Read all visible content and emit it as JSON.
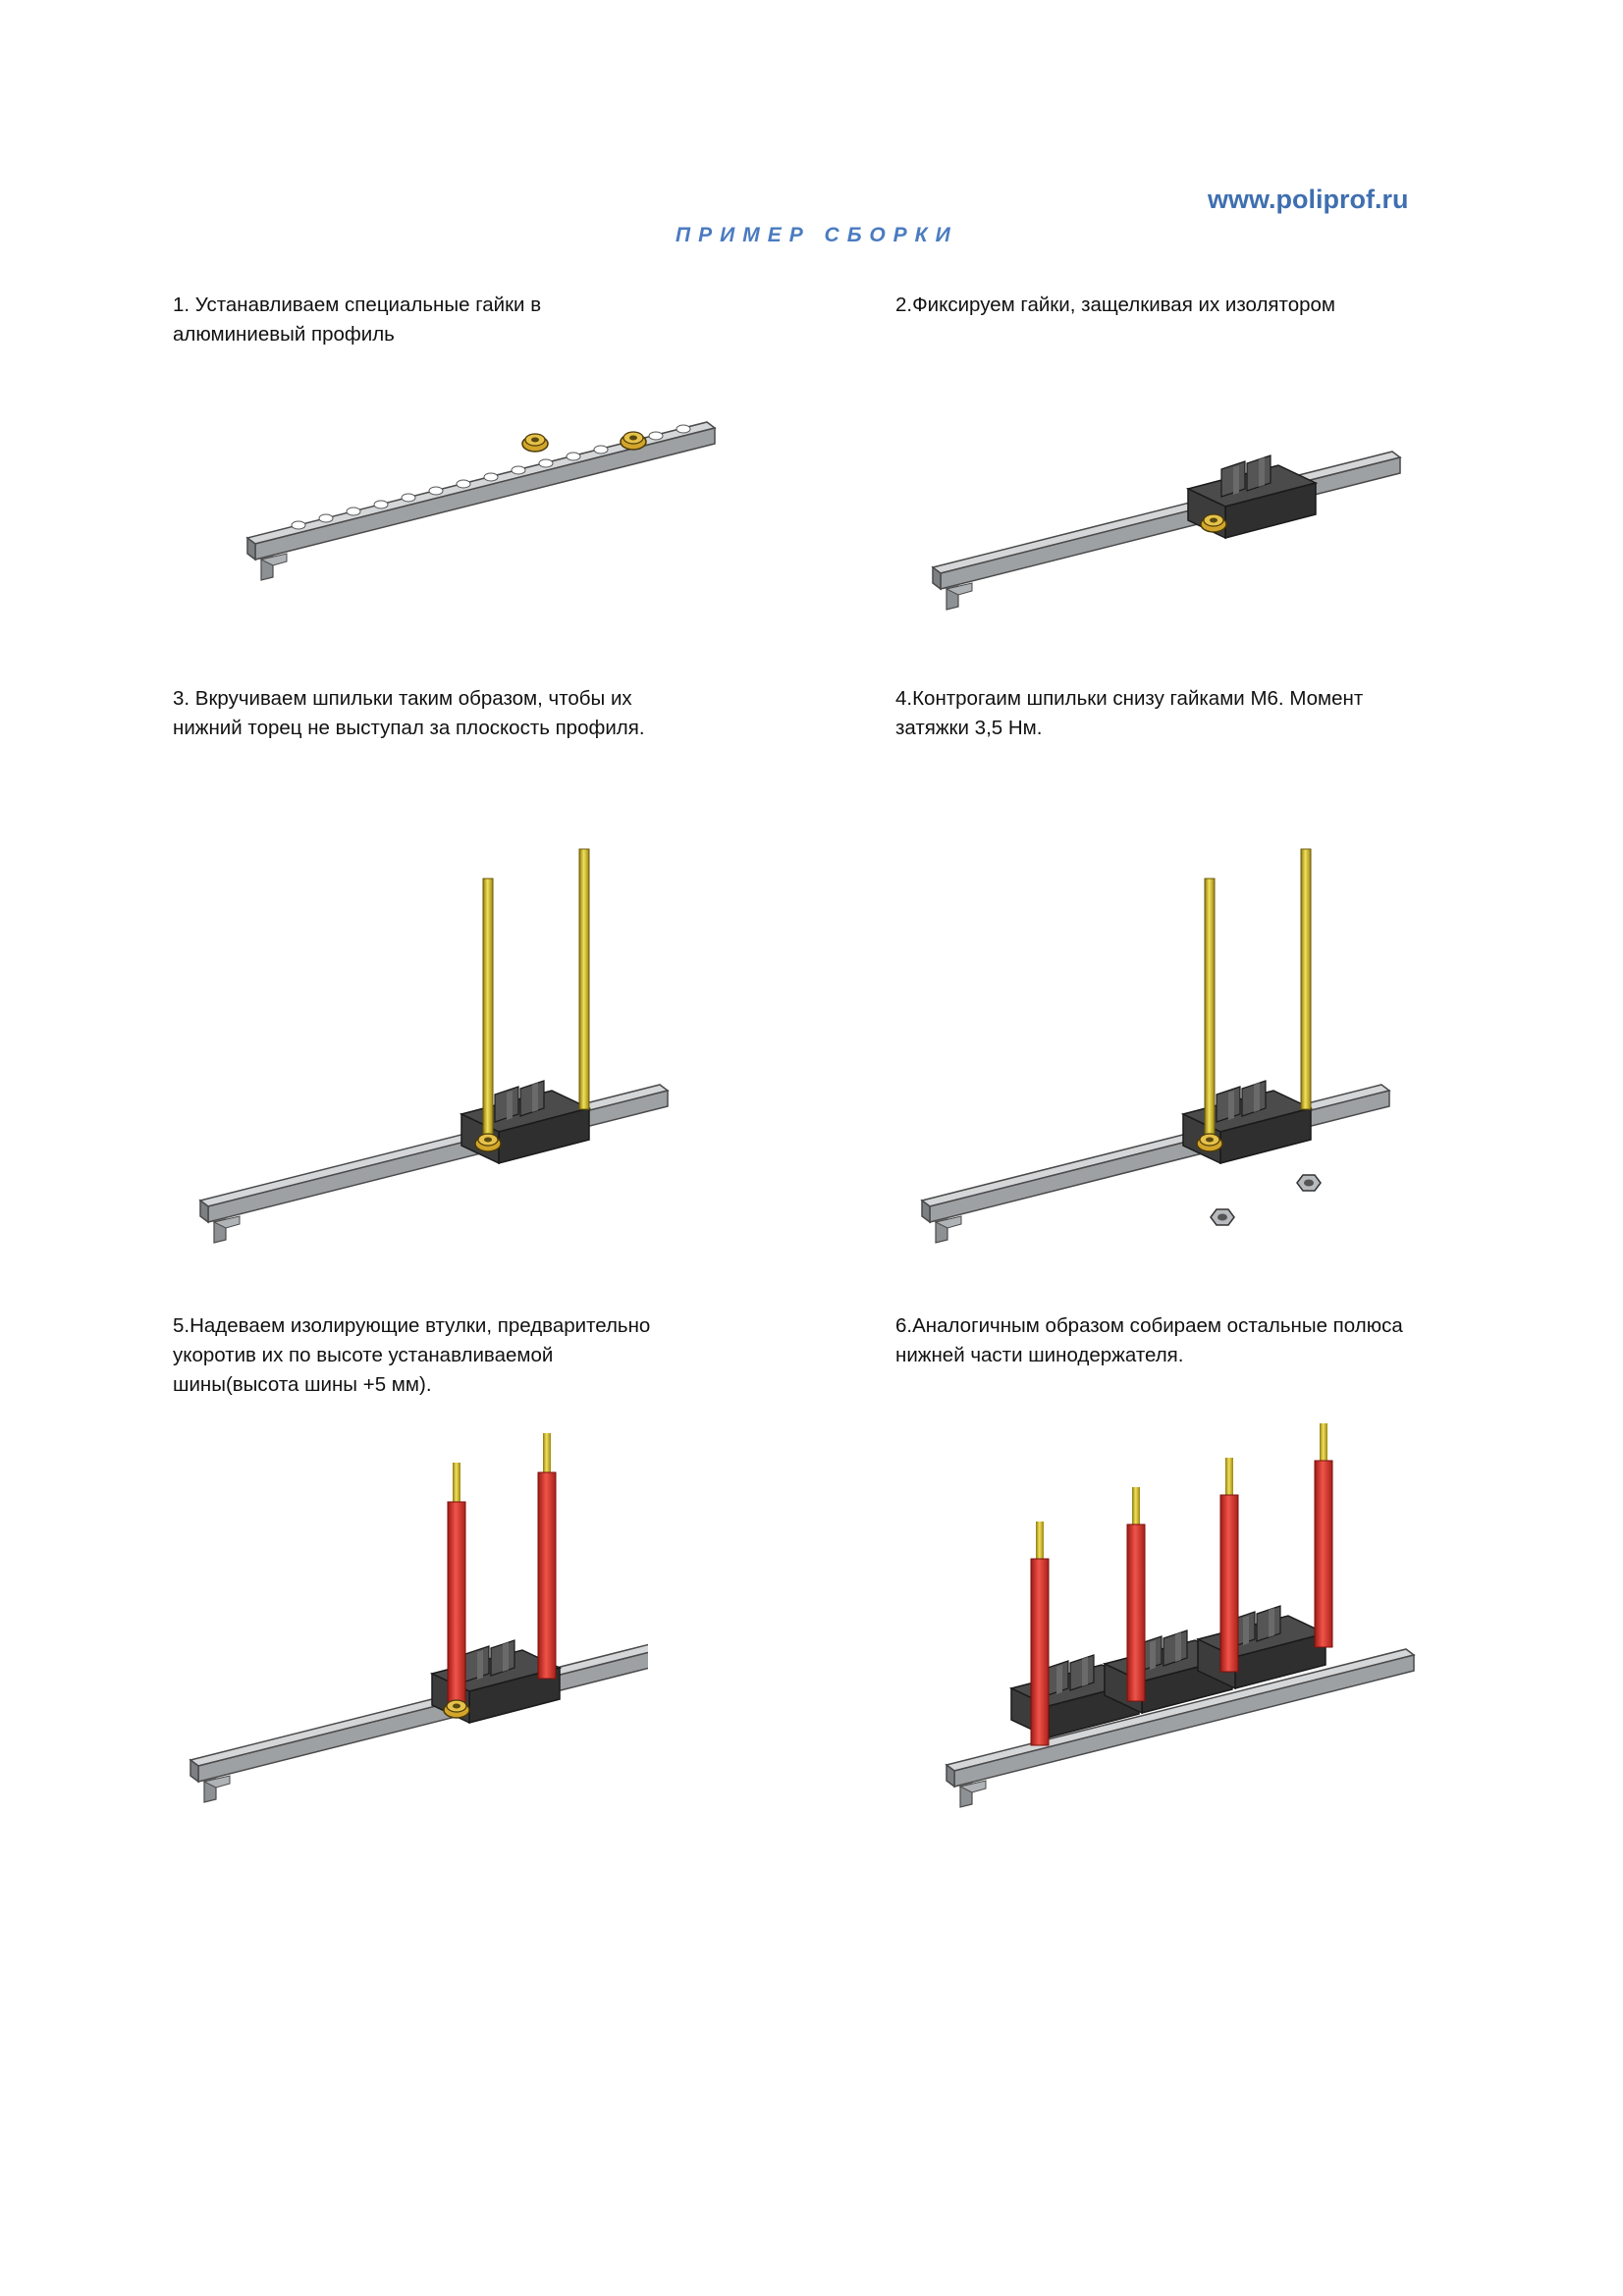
{
  "header": {
    "site_url": "www.poliprof.ru",
    "title": "ПРИМЕР СБОРКИ"
  },
  "steps": [
    {
      "lines": [
        "1.    Устанавливаем специальные гайки в",
        "алюминиевый профиль"
      ]
    },
    {
      "lines": [
        "2.Фиксируем гайки, защелкивая их изолятором"
      ]
    },
    {
      "lines": [
        "3.    Вкручиваем шпильки таким образом, чтобы их",
        "нижний торец не выступал за плоскость профиля."
      ]
    },
    {
      "lines": [
        "4.Контрогаим шпильки снизу  гайками М6. Момент",
        "затяжки 3,5 Нм."
      ]
    },
    {
      "lines": [
        "5.Надеваем изолирующие втулки, предварительно",
        "укоротив их по высоте устанавливаемой",
        "шины(высота шины +5 мм)."
      ]
    },
    {
      "lines": [
        "6.Аналогичным образом собираем остальные полюса",
        "нижней части шинодержателя."
      ]
    }
  ],
  "colors": {
    "url_blue": "#3f6fb0",
    "rail_grey": "#b9bcbe",
    "insulator_black": "#3a3a3a",
    "stud_brass": "#c9b227",
    "sleeve_red": "#d9342b"
  }
}
